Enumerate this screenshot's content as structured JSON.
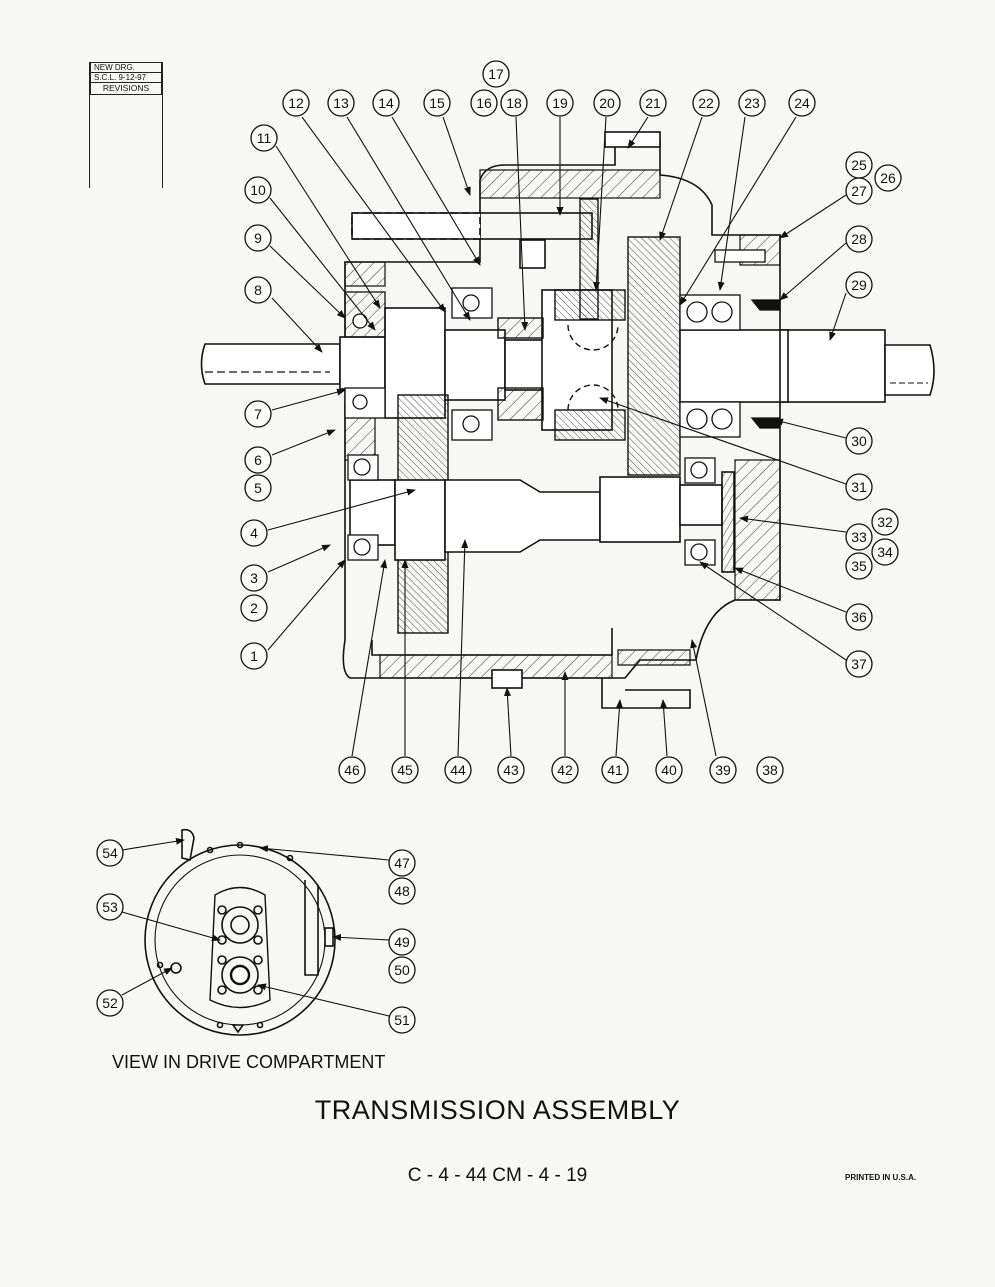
{
  "revision_block": {
    "line1": "NEW DRG.",
    "line2": "S.C.L.  9-12-97",
    "label": "REVISIONS"
  },
  "callouts": [
    "1",
    "2",
    "3",
    "4",
    "5",
    "6",
    "7",
    "8",
    "9",
    "10",
    "11",
    "12",
    "13",
    "14",
    "15",
    "16",
    "17",
    "18",
    "19",
    "20",
    "21",
    "22",
    "23",
    "24",
    "25",
    "26",
    "27",
    "28",
    "29",
    "30",
    "31",
    "32",
    "33",
    "34",
    "35",
    "36",
    "37",
    "38",
    "39",
    "40",
    "41",
    "42",
    "43",
    "44",
    "45",
    "46",
    "47",
    "48",
    "49",
    "50",
    "51",
    "52",
    "53",
    "54"
  ],
  "view_caption": "VIEW IN DRIVE COMPARTMENT",
  "title": "TRANSMISSION ASSEMBLY",
  "page_reference": "C - 4 - 44    CM - 4 - 19",
  "printed_note": "PRINTED IN U.S.A."
}
